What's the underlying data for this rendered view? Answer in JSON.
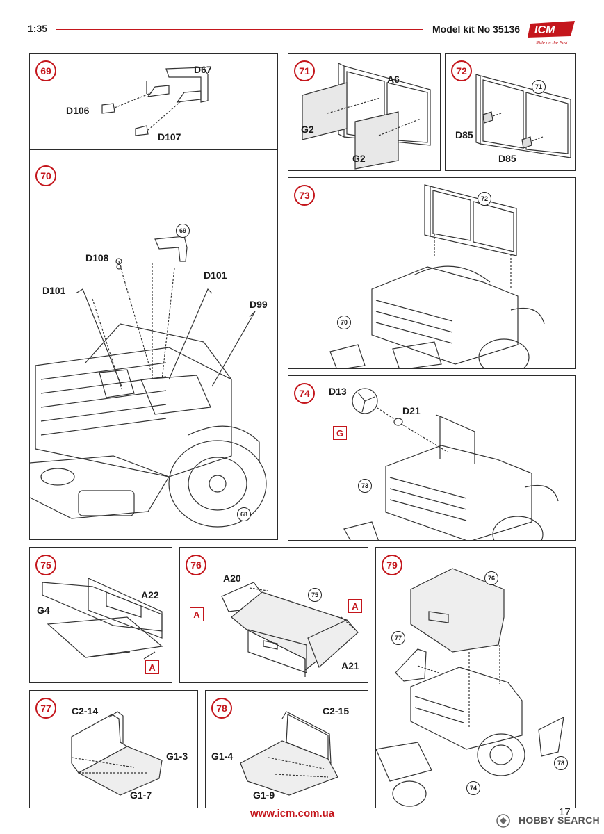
{
  "header": {
    "scale": "1:35",
    "kit": "Model kit No 35136",
    "logo_name": "ICM",
    "logo_tagline": "Ride on the Best"
  },
  "footer": {
    "url": "www.icm.com.ua",
    "page": "17",
    "watermark": "HOBBY SEARCH"
  },
  "colors": {
    "accent": "#c4161c",
    "line": "#2b2b2b"
  },
  "steps": {
    "s69": {
      "num": "69",
      "parts": [
        "D67",
        "D106",
        "D107"
      ]
    },
    "s70": {
      "num": "70",
      "parts": [
        "D108",
        "D101",
        "D101",
        "D99"
      ],
      "refs": [
        "69",
        "68"
      ]
    },
    "s71": {
      "num": "71",
      "parts": [
        "A6",
        "G2",
        "G2"
      ]
    },
    "s72": {
      "num": "72",
      "parts": [
        "D85",
        "D85"
      ],
      "refs": [
        "71"
      ]
    },
    "s73": {
      "num": "73",
      "refs": [
        "72",
        "70"
      ]
    },
    "s74": {
      "num": "74",
      "parts": [
        "D13",
        "D21"
      ],
      "refs": [
        "73"
      ],
      "paint": "G"
    },
    "s75": {
      "num": "75",
      "parts": [
        "A22",
        "G4"
      ],
      "paint": "A"
    },
    "s76": {
      "num": "76",
      "parts": [
        "A20",
        "A21"
      ],
      "refs": [
        "75"
      ],
      "paint": [
        "A",
        "A"
      ]
    },
    "s77": {
      "num": "77",
      "parts": [
        "C2-14",
        "G1-3",
        "G1-7"
      ]
    },
    "s78": {
      "num": "78",
      "parts": [
        "C2-15",
        "G1-4",
        "G1-9"
      ]
    },
    "s79": {
      "num": "79",
      "refs": [
        "76",
        "77",
        "78",
        "74"
      ]
    }
  }
}
